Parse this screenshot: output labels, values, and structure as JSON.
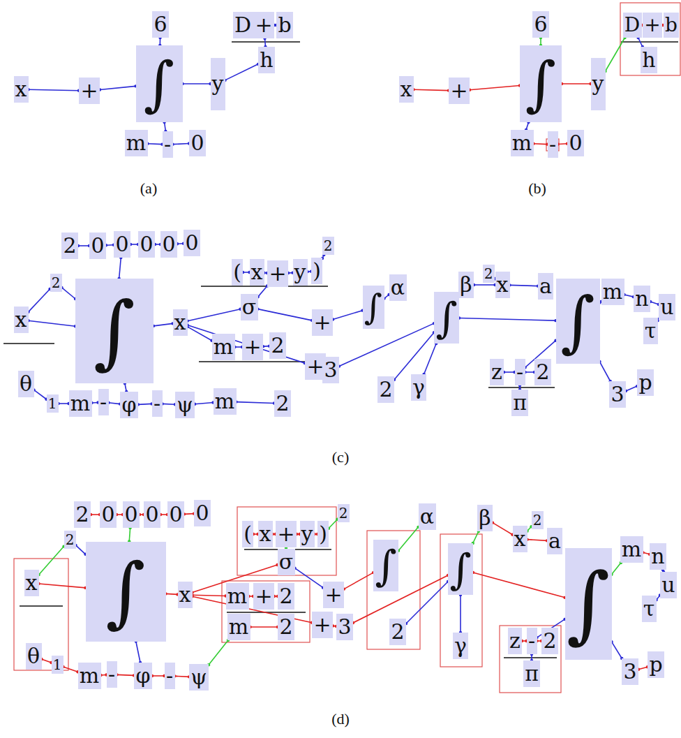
{
  "diagram": {
    "nodes": [
      {
        "text": [
          "x"
        ]
      },
      {
        "text": [
          "+"
        ]
      },
      {
        "text": [
          "∫"
        ]
      },
      {
        "text": [
          "6"
        ]
      },
      {
        "text": [
          "m"
        ]
      },
      {
        "text": [
          "-"
        ]
      },
      {
        "text": [
          "0"
        ]
      },
      {
        "text": [
          "y"
        ]
      },
      {
        "text": [
          "D"
        ]
      },
      {
        "text": [
          "+"
        ]
      },
      {
        "text": [
          "b"
        ]
      },
      {
        "text": [
          "h"
        ]
      },
      {
        "text": [
          "x"
        ]
      },
      {
        "text": [
          "+"
        ]
      },
      {
        "text": [
          "∫"
        ]
      },
      {
        "text": [
          "6"
        ]
      },
      {
        "text": [
          "m"
        ]
      },
      {
        "text": [
          "-"
        ]
      },
      {
        "text": [
          "0"
        ]
      },
      {
        "text": [
          "y"
        ]
      },
      {
        "text": [
          "D"
        ]
      },
      {
        "text": [
          "+"
        ]
      },
      {
        "text": [
          "b"
        ]
      },
      {
        "text": [
          "h"
        ]
      },
      {
        "text": [
          "2"
        ]
      },
      {
        "text": [
          "0"
        ]
      },
      {
        "text": [
          "0"
        ]
      },
      {
        "text": [
          "0"
        ]
      },
      {
        "text": [
          "0"
        ]
      },
      {
        "text": [
          "0"
        ]
      },
      {
        "text": [
          "2"
        ]
      },
      {
        "text": [
          "x"
        ]
      },
      {
        "text": [
          "∫"
        ]
      },
      {
        "text": [
          "x"
        ]
      },
      {
        "text": [
          "("
        ]
      },
      {
        "text": [
          "x"
        ]
      },
      {
        "text": [
          "+"
        ]
      },
      {
        "text": [
          "y"
        ]
      },
      {
        "text": [
          ")"
        ]
      },
      {
        "text": [
          "2"
        ]
      },
      {
        "text": [
          "σ"
        ]
      },
      {
        "text": [
          "+"
        ]
      },
      {
        "text": [
          "∫"
        ]
      },
      {
        "text": [
          "α"
        ]
      },
      {
        "text": [
          "m"
        ]
      },
      {
        "text": [
          "+"
        ]
      },
      {
        "text": [
          "2"
        ]
      },
      {
        "text": [
          "+"
        ]
      },
      {
        "text": [
          "3"
        ]
      },
      {
        "text": [
          "2"
        ]
      },
      {
        "text": [
          "∫"
        ]
      },
      {
        "text": [
          "β"
        ]
      },
      {
        "text": [
          "x"
        ]
      },
      {
        "text": [
          "2"
        ]
      },
      {
        "text": [
          "a"
        ]
      },
      {
        "text": [
          "γ"
        ]
      },
      {
        "text": [
          "θ"
        ]
      },
      {
        "text": [
          "1"
        ]
      },
      {
        "text": [
          "m"
        ]
      },
      {
        "text": [
          "-"
        ]
      },
      {
        "text": [
          "φ"
        ]
      },
      {
        "text": [
          "-"
        ]
      },
      {
        "text": [
          "ψ"
        ]
      },
      {
        "text": [
          "m"
        ]
      },
      {
        "text": [
          "2"
        ]
      },
      {
        "text": [
          "z"
        ]
      },
      {
        "text": [
          "-"
        ]
      },
      {
        "text": [
          "2"
        ]
      },
      {
        "text": [
          "π"
        ]
      },
      {
        "text": [
          "∫"
        ]
      },
      {
        "text": [
          "m"
        ]
      },
      {
        "text": [
          "n"
        ]
      },
      {
        "text": [
          "u"
        ]
      },
      {
        "text": [
          "τ"
        ]
      },
      {
        "text": [
          "3"
        ]
      },
      {
        "text": [
          "p"
        ]
      },
      {
        "text": [
          "2"
        ]
      },
      {
        "text": [
          "0"
        ]
      },
      {
        "text": [
          "0"
        ]
      },
      {
        "text": [
          "0"
        ]
      },
      {
        "text": [
          "0"
        ]
      },
      {
        "text": [
          "0"
        ]
      },
      {
        "text": [
          "2"
        ]
      },
      {
        "text": [
          "x"
        ]
      },
      {
        "text": [
          "∫"
        ]
      },
      {
        "text": [
          "x"
        ]
      },
      {
        "text": [
          "("
        ]
      },
      {
        "text": [
          "x"
        ]
      },
      {
        "text": [
          "+"
        ]
      },
      {
        "text": [
          "y"
        ]
      },
      {
        "text": [
          ")"
        ]
      },
      {
        "text": [
          "2"
        ]
      },
      {
        "text": [
          "σ"
        ]
      },
      {
        "text": [
          "+"
        ]
      },
      {
        "text": [
          "∫"
        ]
      },
      {
        "text": [
          "α"
        ]
      },
      {
        "text": [
          "m"
        ]
      },
      {
        "text": [
          "+"
        ]
      },
      {
        "text": [
          "2"
        ]
      },
      {
        "text": [
          "+"
        ]
      },
      {
        "text": [
          "3"
        ]
      },
      {
        "text": [
          "2"
        ]
      },
      {
        "text": [
          "∫"
        ]
      },
      {
        "text": [
          "β"
        ]
      },
      {
        "text": [
          "x"
        ]
      },
      {
        "text": [
          "2"
        ]
      },
      {
        "text": [
          "a"
        ]
      },
      {
        "text": [
          "γ"
        ]
      },
      {
        "text": [
          "θ"
        ]
      },
      {
        "text": [
          "1"
        ]
      },
      {
        "text": [
          "m"
        ]
      },
      {
        "text": [
          "-"
        ]
      },
      {
        "text": [
          "φ"
        ]
      },
      {
        "text": [
          "-"
        ]
      },
      {
        "text": [
          "ψ"
        ]
      },
      {
        "text": [
          "m"
        ]
      },
      {
        "text": [
          "2"
        ]
      },
      {
        "text": [
          "z"
        ]
      },
      {
        "text": [
          "-"
        ]
      },
      {
        "text": [
          "2"
        ]
      },
      {
        "text": [
          "π"
        ]
      },
      {
        "text": [
          "∫"
        ]
      },
      {
        "text": [
          "m"
        ]
      },
      {
        "text": [
          "n"
        ]
      },
      {
        "text": [
          "u"
        ]
      },
      {
        "text": [
          "τ"
        ]
      },
      {
        "text": [
          "3"
        ]
      },
      {
        "text": [
          "p"
        ]
      }
    ],
    "edges": [
      {
        "from": 0,
        "to": 1,
        "arrow": "none"
      },
      {
        "from": 1,
        "to": 2,
        "arrow": "none"
      },
      {
        "from": 2,
        "to": 3,
        "arrow": "none"
      },
      {
        "from": 2,
        "to": 5,
        "arrow": "none"
      },
      {
        "from": 5,
        "to": 4,
        "arrow": "none"
      },
      {
        "from": 5,
        "to": 6,
        "arrow": "none"
      },
      {
        "from": 2,
        "to": 7,
        "arrow": "none"
      },
      {
        "from": 7,
        "to": 11,
        "arrow": "none"
      },
      {
        "from": 11,
        "to": 9,
        "arrow": "none"
      },
      {
        "from": 9,
        "to": 8,
        "arrow": "none"
      },
      {
        "from": 9,
        "to": 10,
        "arrow": "none"
      },
      {
        "from": 12,
        "to": 13,
        "arrow": "none"
      },
      {
        "from": 13,
        "to": 14,
        "arrow": "none"
      },
      {
        "from": 14,
        "to": 15,
        "arrow": "none"
      },
      {
        "from": 14,
        "to": 16,
        "arrow": "none"
      },
      {
        "from": 16,
        "to": 17,
        "arrow": "none"
      },
      {
        "from": 17,
        "to": 18,
        "arrow": "none"
      },
      {
        "from": 14,
        "to": 19,
        "arrow": "none"
      },
      {
        "from": 19,
        "to": 20,
        "arrow": "none"
      },
      {
        "from": 20,
        "to": 21,
        "arrow": "none"
      },
      {
        "from": 21,
        "to": 22,
        "arrow": "none"
      },
      {
        "from": 20,
        "to": 23,
        "arrow": "none"
      },
      {
        "from": 31,
        "to": 30,
        "arrow": "none"
      },
      {
        "from": 30,
        "to": 32,
        "arrow": "none"
      },
      {
        "from": 31,
        "to": 32,
        "arrow": "none"
      },
      {
        "from": 32,
        "to": 26,
        "arrow": "none"
      },
      {
        "from": 24,
        "to": 25,
        "arrow": "none"
      },
      {
        "from": 25,
        "to": 26,
        "arrow": "none"
      },
      {
        "from": 26,
        "to": 27,
        "arrow": "none"
      },
      {
        "from": 27,
        "to": 28,
        "arrow": "none"
      },
      {
        "from": 28,
        "to": 29,
        "arrow": "none"
      },
      {
        "from": 32,
        "to": 33,
        "arrow": "none"
      },
      {
        "from": 32,
        "to": 60,
        "arrow": "none"
      },
      {
        "from": 33,
        "to": 40,
        "arrow": "none"
      },
      {
        "from": 40,
        "to": 36,
        "arrow": "none"
      },
      {
        "from": 34,
        "to": 35,
        "arrow": "none"
      },
      {
        "from": 35,
        "to": 36,
        "arrow": "none"
      },
      {
        "from": 36,
        "to": 37,
        "arrow": "none"
      },
      {
        "from": 37,
        "to": 38,
        "arrow": "none"
      },
      {
        "from": 38,
        "to": 39,
        "arrow": "none"
      },
      {
        "from": 40,
        "to": 41,
        "arrow": "none"
      },
      {
        "from": 41,
        "to": 42,
        "arrow": "none"
      },
      {
        "from": 42,
        "to": 43,
        "arrow": "none"
      },
      {
        "from": 33,
        "to": 44,
        "arrow": "none"
      },
      {
        "from": 44,
        "to": 45,
        "arrow": "none"
      },
      {
        "from": 45,
        "to": 46,
        "arrow": "none"
      },
      {
        "from": 33,
        "to": 47,
        "arrow": "none"
      },
      {
        "from": 47,
        "to": 48,
        "arrow": "none"
      },
      {
        "from": 48,
        "to": 50,
        "arrow": "none"
      },
      {
        "from": 50,
        "to": 49,
        "arrow": "none"
      },
      {
        "from": 50,
        "to": 55,
        "arrow": "none"
      },
      {
        "from": 50,
        "to": 51,
        "arrow": "none"
      },
      {
        "from": 51,
        "to": 52,
        "arrow": "none"
      },
      {
        "from": 52,
        "to": 53,
        "arrow": "none"
      },
      {
        "from": 52,
        "to": 54,
        "arrow": "none"
      },
      {
        "from": 50,
        "to": 69,
        "arrow": "none"
      },
      {
        "from": 69,
        "to": 70,
        "arrow": "none"
      },
      {
        "from": 70,
        "to": 71,
        "arrow": "none"
      },
      {
        "from": 71,
        "to": 72,
        "arrow": "none"
      },
      {
        "from": 72,
        "to": 73,
        "arrow": "none"
      },
      {
        "from": 69,
        "to": 74,
        "arrow": "none"
      },
      {
        "from": 74,
        "to": 75,
        "arrow": "none"
      },
      {
        "from": 69,
        "to": 66,
        "arrow": "none"
      },
      {
        "from": 66,
        "to": 65,
        "arrow": "none"
      },
      {
        "from": 66,
        "to": 67,
        "arrow": "none"
      },
      {
        "from": 66,
        "to": 68,
        "arrow": "none"
      },
      {
        "from": 56,
        "to": 57,
        "arrow": "none"
      },
      {
        "from": 57,
        "to": 58,
        "arrow": "none"
      },
      {
        "from": 58,
        "to": 59,
        "arrow": "none"
      },
      {
        "from": 59,
        "to": 60,
        "arrow": "none"
      },
      {
        "from": 60,
        "to": 61,
        "arrow": "none"
      },
      {
        "from": 61,
        "to": 62,
        "arrow": "none"
      },
      {
        "from": 62,
        "to": 63,
        "arrow": "none"
      },
      {
        "from": 63,
        "to": 64,
        "arrow": "none"
      },
      {
        "from": 83,
        "to": 82,
        "arrow": "none"
      },
      {
        "from": 82,
        "to": 84,
        "arrow": "none"
      },
      {
        "from": 83,
        "to": 84,
        "arrow": "none"
      },
      {
        "from": 84,
        "to": 78,
        "arrow": "none"
      },
      {
        "from": 76,
        "to": 77,
        "arrow": "none"
      },
      {
        "from": 77,
        "to": 78,
        "arrow": "none"
      },
      {
        "from": 78,
        "to": 79,
        "arrow": "none"
      },
      {
        "from": 79,
        "to": 80,
        "arrow": "none"
      },
      {
        "from": 80,
        "to": 81,
        "arrow": "none"
      },
      {
        "from": 84,
        "to": 85,
        "arrow": "none"
      },
      {
        "from": 84,
        "to": 112,
        "arrow": "none"
      },
      {
        "from": 85,
        "to": 92,
        "arrow": "none"
      },
      {
        "from": 92,
        "to": 88,
        "arrow": "none"
      },
      {
        "from": 86,
        "to": 87,
        "arrow": "none"
      },
      {
        "from": 87,
        "to": 88,
        "arrow": "none"
      },
      {
        "from": 88,
        "to": 89,
        "arrow": "none"
      },
      {
        "from": 89,
        "to": 90,
        "arrow": "none"
      },
      {
        "from": 90,
        "to": 91,
        "arrow": "none"
      },
      {
        "from": 92,
        "to": 93,
        "arrow": "none"
      },
      {
        "from": 93,
        "to": 94,
        "arrow": "none"
      },
      {
        "from": 94,
        "to": 95,
        "arrow": "none"
      },
      {
        "from": 85,
        "to": 96,
        "arrow": "none"
      },
      {
        "from": 96,
        "to": 97,
        "arrow": "none"
      },
      {
        "from": 97,
        "to": 98,
        "arrow": "none"
      },
      {
        "from": 85,
        "to": 99,
        "arrow": "none"
      },
      {
        "from": 99,
        "to": 100,
        "arrow": "none"
      },
      {
        "from": 100,
        "to": 102,
        "arrow": "none"
      },
      {
        "from": 102,
        "to": 101,
        "arrow": "none"
      },
      {
        "from": 102,
        "to": 107,
        "arrow": "none"
      },
      {
        "from": 102,
        "to": 103,
        "arrow": "none"
      },
      {
        "from": 103,
        "to": 104,
        "arrow": "none"
      },
      {
        "from": 104,
        "to": 105,
        "arrow": "none"
      },
      {
        "from": 104,
        "to": 106,
        "arrow": "none"
      },
      {
        "from": 102,
        "to": 121,
        "arrow": "none"
      },
      {
        "from": 121,
        "to": 122,
        "arrow": "none"
      },
      {
        "from": 122,
        "to": 123,
        "arrow": "none"
      },
      {
        "from": 123,
        "to": 124,
        "arrow": "none"
      },
      {
        "from": 124,
        "to": 125,
        "arrow": "none"
      },
      {
        "from": 121,
        "to": 126,
        "arrow": "none"
      },
      {
        "from": 126,
        "to": 127,
        "arrow": "none"
      },
      {
        "from": 121,
        "to": 118,
        "arrow": "none"
      },
      {
        "from": 118,
        "to": 117,
        "arrow": "none"
      },
      {
        "from": 118,
        "to": 119,
        "arrow": "none"
      },
      {
        "from": 118,
        "to": 120,
        "arrow": "none"
      },
      {
        "from": 108,
        "to": 109,
        "arrow": "none"
      },
      {
        "from": 109,
        "to": 110,
        "arrow": "none"
      },
      {
        "from": 110,
        "to": 111,
        "arrow": "none"
      },
      {
        "from": 111,
        "to": 112,
        "arrow": "none"
      },
      {
        "from": 112,
        "to": 113,
        "arrow": "none"
      },
      {
        "from": 113,
        "to": 114,
        "arrow": "none"
      },
      {
        "from": 114,
        "to": 115,
        "arrow": "none"
      },
      {
        "from": 115,
        "to": 116,
        "arrow": "none"
      }
    ],
    "labels": [
      "(a)",
      "(b)",
      "(c)",
      "(d)"
    ]
  }
}
